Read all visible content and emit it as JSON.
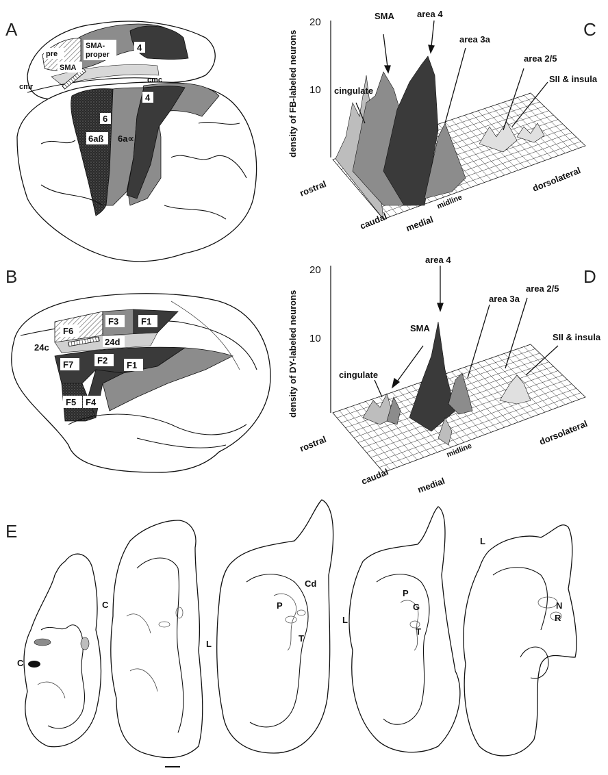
{
  "panels": {
    "A": {
      "letter": "A",
      "labels": {
        "pre": "pre",
        "sma": "SMA",
        "sma_proper": "SMA-\nproper",
        "area4_top": "4",
        "cmr": "cmr",
        "cmc": "cmc",
        "area4_lat": "4",
        "area6": "6",
        "area6ab": "6aß",
        "area6aa": "6a∝"
      }
    },
    "B": {
      "letter": "B",
      "labels": {
        "F6": "F6",
        "F3": "F3",
        "F1_top": "F1",
        "a24d": "24d",
        "a24c": "24c",
        "F7": "F7",
        "F2": "F2",
        "F1_lat": "F1",
        "F5": "F5",
        "F4": "F4"
      }
    },
    "C": {
      "letter": "C",
      "ylabel": "density of FB-labeled neurons",
      "ticks": [
        "20",
        "10"
      ],
      "annotations": {
        "sma": "SMA",
        "area4": "area 4",
        "area3a": "area 3a",
        "cingulate": "cingulate",
        "area25": "area 2/5",
        "sii": "SII & insula"
      },
      "axes": {
        "rostral": "rostral",
        "caudal": "caudal",
        "medial": "medial",
        "midline": "midline",
        "dorsolateral": "dorsolateral"
      }
    },
    "D": {
      "letter": "D",
      "ylabel": "density of DY-labeled neurons",
      "ticks": [
        "20",
        "10"
      ],
      "annotations": {
        "area4": "area 4",
        "area3a": "area 3a",
        "sma": "SMA",
        "area25": "area 2/5",
        "cingulate": "cingulate",
        "sii": "SII & insula"
      },
      "axes": {
        "rostral": "rostral",
        "caudal": "caudal",
        "medial": "medial",
        "midline": "midline",
        "dorsolateral": "dorsolateral"
      }
    },
    "E": {
      "letter": "E",
      "labels": {
        "c1": "C",
        "c2": "C",
        "l3": "L",
        "cd": "Cd",
        "p3": "P",
        "t3": "T",
        "l4": "L",
        "p4": "P",
        "g4": "G",
        "t4": "T",
        "l5": "L",
        "n5": "N",
        "r5": "R"
      }
    }
  },
  "colors": {
    "dark": "#3a3a3a",
    "mid": "#8c8c8c",
    "light": "#bdbdbd",
    "black": "#111111"
  }
}
